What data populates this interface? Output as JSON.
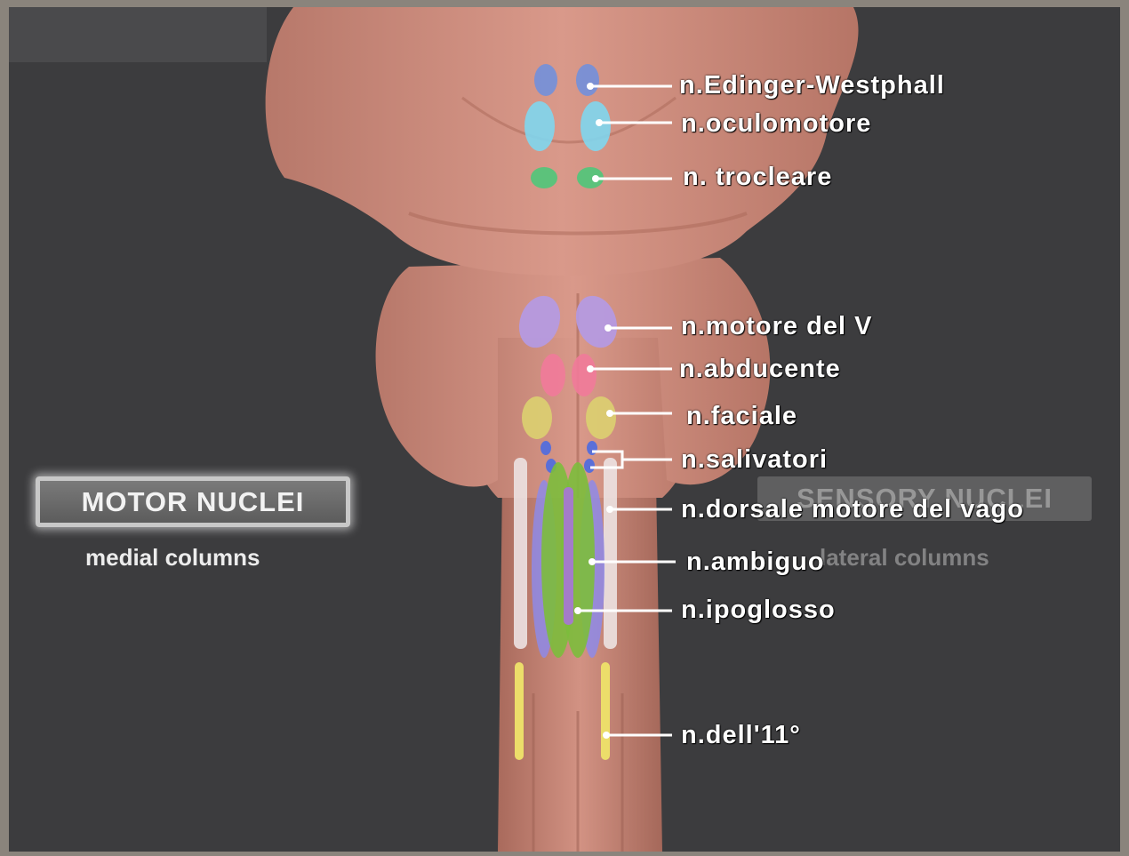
{
  "labels": {
    "edinger": "n.Edinger-Westphall",
    "oculomotore": "n.oculomotore",
    "trocleare": "n. trocleare",
    "motore_v": "n.motore del V",
    "abducente": "n.abducente",
    "faciale": "n.faciale",
    "salivatori": "n.salivatori",
    "dorsale_vago": "n.dorsale motore del vago",
    "ambiguo": "n.ambiguo",
    "ipoglosso": "n.ipoglosso",
    "undicesimo": "n.dell'11°"
  },
  "motor": {
    "button": "MOTOR NUCLEI",
    "subtitle": "medial columns"
  },
  "sensory": {
    "button": "SENSORY NUCLEI",
    "subtitle": "lateral columns"
  },
  "colors": {
    "background": "#3c3c3e",
    "brainstem": "#c98a78",
    "edinger": "#6c8fe0",
    "oculomotore": "#7fd6ee",
    "trocleare": "#4fc77a",
    "motore_v": "#b49ae6",
    "abducente": "#f17a9a",
    "faciale": "#dbd070",
    "salivatori": "#5a6fd8",
    "dorsale_vago": "#ece2e2",
    "ambiguo": "#8e8ae8",
    "ipoglosso": "#7cbd3c",
    "undicesimo": "#ecdd6a"
  }
}
